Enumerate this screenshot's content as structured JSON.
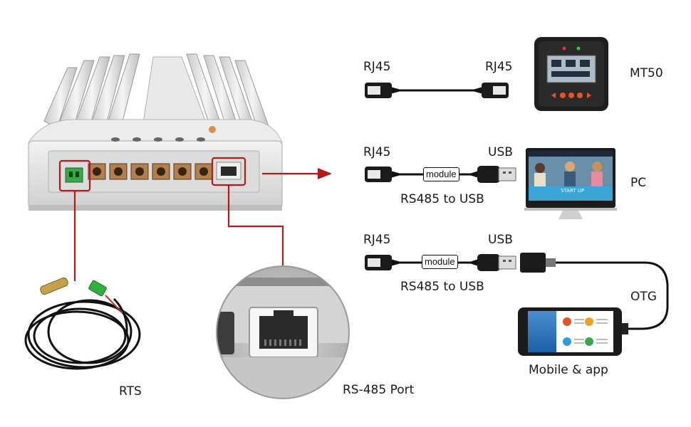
{
  "labels": {
    "rts": "RTS",
    "rs485_port": "RS-485 Port",
    "mt50": "MT50",
    "pc": "PC",
    "otg": "OTG",
    "mobile": "Mobile & app"
  },
  "rows": [
    {
      "left": "RJ45",
      "right": "RJ45"
    },
    {
      "left": "RJ45",
      "right": "USB",
      "module": "module",
      "caption": "RS485 to USB"
    },
    {
      "left": "RJ45",
      "right": "USB",
      "module": "module",
      "caption": "RS485 to USB"
    }
  ],
  "pc_screen": {
    "banner": "START UP"
  },
  "colors": {
    "callout_red": "#b31b1b",
    "device_body": "#e4e4e4",
    "cable": "#111111",
    "screen_blue": "#2c7fd0"
  },
  "icons": [
    "controller-device",
    "rj45-port",
    "temperature-sensor",
    "mt50-remote-meter",
    "desktop-monitor",
    "smartphone",
    "usb-plug",
    "arrow-right"
  ]
}
